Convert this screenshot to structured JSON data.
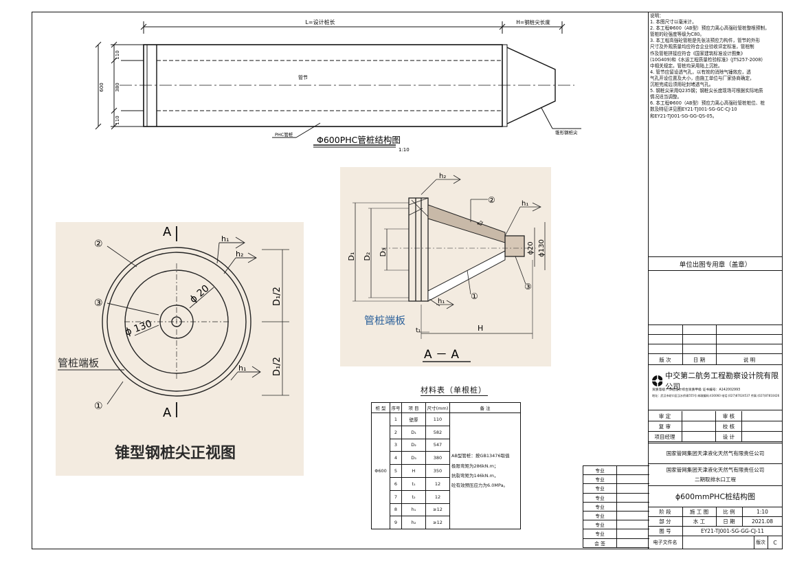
{
  "colors": {
    "line": "#111111",
    "photo_bg": "#f3ebe0",
    "blue_ink": "#3a6fa8"
  },
  "top_drawing": {
    "dim_L": "L=设计桩长",
    "dim_H": "H=钢桩尖长度",
    "dims_left": [
      "110",
      "380",
      "110"
    ],
    "dim_total": "600",
    "label_section": "管节",
    "label_phc": "PHC管桩",
    "label_tip": "锥形钢桩尖",
    "title": "Φ600PHC管桩结构图",
    "scale": "1:10"
  },
  "front_view": {
    "label_A_top": "A",
    "label_A_bottom": "A",
    "callout_2": "②",
    "callout_3": "③",
    "callout_1": "①",
    "dim_phi20": "ϕ 20",
    "dim_phi130": "ϕ 130",
    "dim_d1_top": "D₁/2",
    "dim_d1_bottom": "D₁/2",
    "weld_h1_top": "h₁",
    "weld_h2": "h₂",
    "weld_h1_bottom": "h₁",
    "end_plate": "管桩端板",
    "title": "锥型钢桩尖正视图"
  },
  "section_view": {
    "weld_h2": "h₂",
    "weld_h1_top": "h₁",
    "weld_h1_bottom": "h₁",
    "callout_2": "②",
    "callout_3": "③",
    "callout_1": "①",
    "t2": "t₂",
    "d1": "D₁",
    "d2": "D₂",
    "d3": "D₃",
    "phi20": "ϕ20",
    "phi130": "ϕ130",
    "end_plate": "管桩端板",
    "t1": "t₁",
    "H": "H",
    "title": "A － A"
  },
  "material_table": {
    "title": "材料表（单根桩）",
    "headers": [
      "桩 型",
      "序号",
      "项 目",
      "尺寸(mm)",
      "备 注"
    ],
    "pile_type": "Φ600",
    "rows": [
      {
        "no": "1",
        "item": "壁厚",
        "size": "110"
      },
      {
        "no": "2",
        "item": "D₁",
        "size": "582"
      },
      {
        "no": "3",
        "item": "D₂",
        "size": "547"
      },
      {
        "no": "4",
        "item": "D₃",
        "size": "380"
      },
      {
        "no": "5",
        "item": "H",
        "size": "350"
      },
      {
        "no": "6",
        "item": "t₁",
        "size": "12"
      },
      {
        "no": "7",
        "item": "t₂",
        "size": "12"
      },
      {
        "no": "8",
        "item": "h₁",
        "size": "≥12"
      },
      {
        "no": "9",
        "item": "h₂",
        "size": "≥12"
      }
    ],
    "remarks": [
      "AB型管桩：按GB13476取值",
      "极限弯矩为286kN.m；",
      "抗裂弯矩为146kN.m，",
      "砼有效预压应力为6.0MPa。"
    ]
  },
  "notes": {
    "heading": "说明：",
    "items": [
      "1. 本图尺寸以毫米计。",
      "2. 本工程Φ600（AB型）预应力离心高强砼管桩整根预制，",
      "   管桩的砼强度等级为C80。",
      "3. 本工程高强砼管桩是先张法预应力构件，管节的外形",
      "   尺寸及外观质量均应符合企业验收评定标准，管桩制",
      "   作及管桩拼接应符合《国家建筑标准设计图集》",
      "   (10G409)和《水运工程质量检验标准》(JTS257-2008)",
      "   中相关规定。管桩均采用陆上沉桩。",
      "4. 管节应留设透气孔，以有效的消除气锤效应，透",
      "   气孔开设位置及大小，由施工单位与厂家协商确定，",
      "   沉桩完成后须用砼封堵透气孔。",
      "5. 钢桩尖采用Q235钢；钢桩尖长度现场可根据实际地质",
      "   情况适当调整。",
      "6. 本工程Φ600（AB型）预应力离心高强砼管桩桩位、桩",
      "   数及特征详见图EY21-TJ001-SG-GC-CJ-10",
      "   和EY21-TJ001-SG-GG-QS-05。"
    ]
  },
  "title_block": {
    "seal": "单位出图专用章（盖章）",
    "rev_headers": [
      "版 次",
      "日 期",
      "说 明"
    ],
    "company": "中交第二航务工程勘察设计院有限公司",
    "qual_line": "资质等级：工程设计综合资质甲级          证书编号：A142002993",
    "addr_line": "地址：武汉市硚口区汉水桥青555号 邮政编码:430060 电话:(027)87024537 传真:(027)87810426",
    "sign_rows": [
      [
        "审  定",
        "",
        "审  核",
        ""
      ],
      [
        "复  审",
        "",
        "校  核",
        ""
      ],
      [
        "项目经理",
        "",
        "设  计",
        ""
      ]
    ],
    "client": "国家管网集团天津液化天然气有限责任公司",
    "project1": "国家管网集团天津液化天然气有限责任公司",
    "project2": "二期取排水口工程",
    "drawing": "ϕ600mmPHC桩结构图",
    "stage_label": "阶 段",
    "stage": "施 工 图",
    "scale_label": "比 例",
    "scale": "1:10",
    "part_label": "部 分",
    "part": "水 工",
    "date_label": "日 期",
    "date": "2021.08",
    "no_label": "图 号",
    "no": "EY21-TJ001-SG-GG-CJ-11",
    "file_label": "电子文件名",
    "ver_label": "版次",
    "ver": "C"
  },
  "left_sign": {
    "rows": [
      "专业",
      "专业",
      "专业",
      "专业",
      "专业",
      "专业",
      "专业",
      "专业"
    ],
    "sign": "会 签"
  }
}
